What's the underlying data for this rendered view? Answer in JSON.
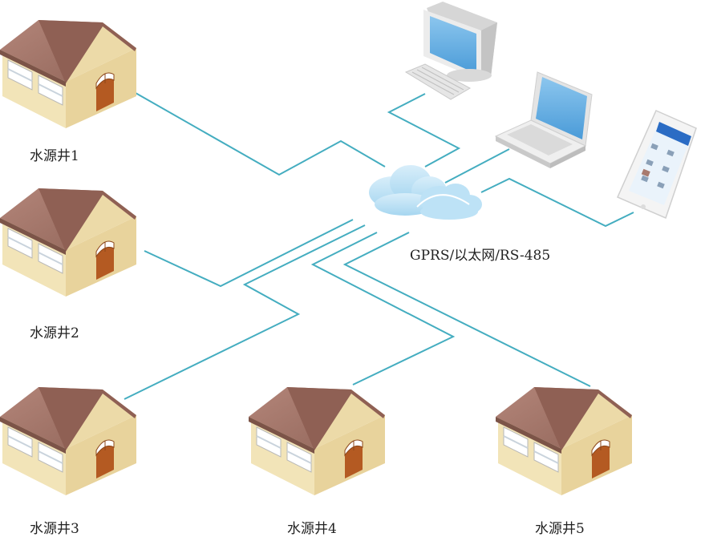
{
  "network": {
    "label": "GPRS/以太网/RS-485"
  },
  "wells": [
    {
      "name": "水源井1"
    },
    {
      "name": "水源井2"
    },
    {
      "name": "水源井3"
    },
    {
      "name": "水源井4"
    },
    {
      "name": "水源井5"
    }
  ],
  "colors": {
    "line": "#44adc0",
    "roof": "#a87a6e",
    "wall": "#efe0b1",
    "door": "#b45a22",
    "cloud": "#b8e0f5",
    "screen": "#58a8e0"
  }
}
